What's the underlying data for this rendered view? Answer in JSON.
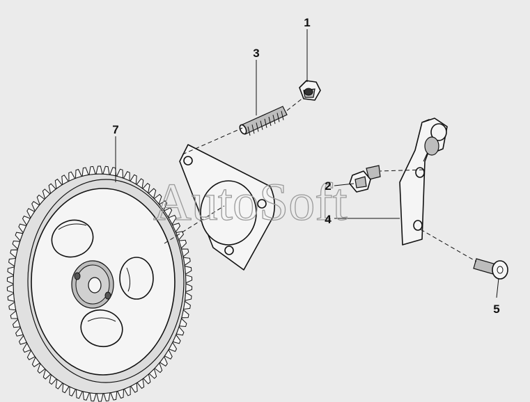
{
  "watermark": "AutoSoft",
  "callouts": {
    "c1": "1",
    "c2": "2",
    "c3": "3",
    "c4": "4",
    "c5": "5",
    "c7": "7"
  },
  "colors": {
    "background": "#ebebeb",
    "line": "#111111",
    "fill": "#f5f5f5",
    "shade": "#bdbdbd",
    "watermark": "#9a9a9a"
  }
}
